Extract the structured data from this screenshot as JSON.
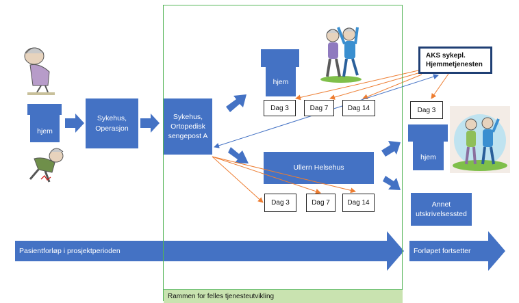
{
  "frame": {
    "footer_label": "Rammen for felles tjenesteutvikling"
  },
  "left": {
    "house_label": "hjem",
    "hospital_op": "Sykehus,\nOperasjon"
  },
  "ward": {
    "label": "Sykehus,\nOrtopedisk\nsengepost A"
  },
  "top_path": {
    "house_label": "hjem",
    "days": [
      "Dag 3",
      "Dag 7",
      "Dag 14"
    ]
  },
  "middle_path": {
    "helsehus_label": "Ullern Helsehus",
    "days": [
      "Dag 3",
      "Dag 7",
      "Dag 14"
    ]
  },
  "aks": {
    "line1": "AKS sykepl.",
    "line2": "Hjemmetjenesten"
  },
  "right": {
    "day": "Dag 3",
    "house_label": "hjem",
    "other_discharge": "Annet\nutskrivelsessted"
  },
  "timeline": {
    "project_period": "Pasientforløp i prosjektperioden",
    "continues": "Forløpet fortsetter"
  },
  "colors": {
    "blue": "#4472c4",
    "orange": "#ed7d31",
    "green": "#53b455",
    "dark_blue": "#1f3f74"
  }
}
